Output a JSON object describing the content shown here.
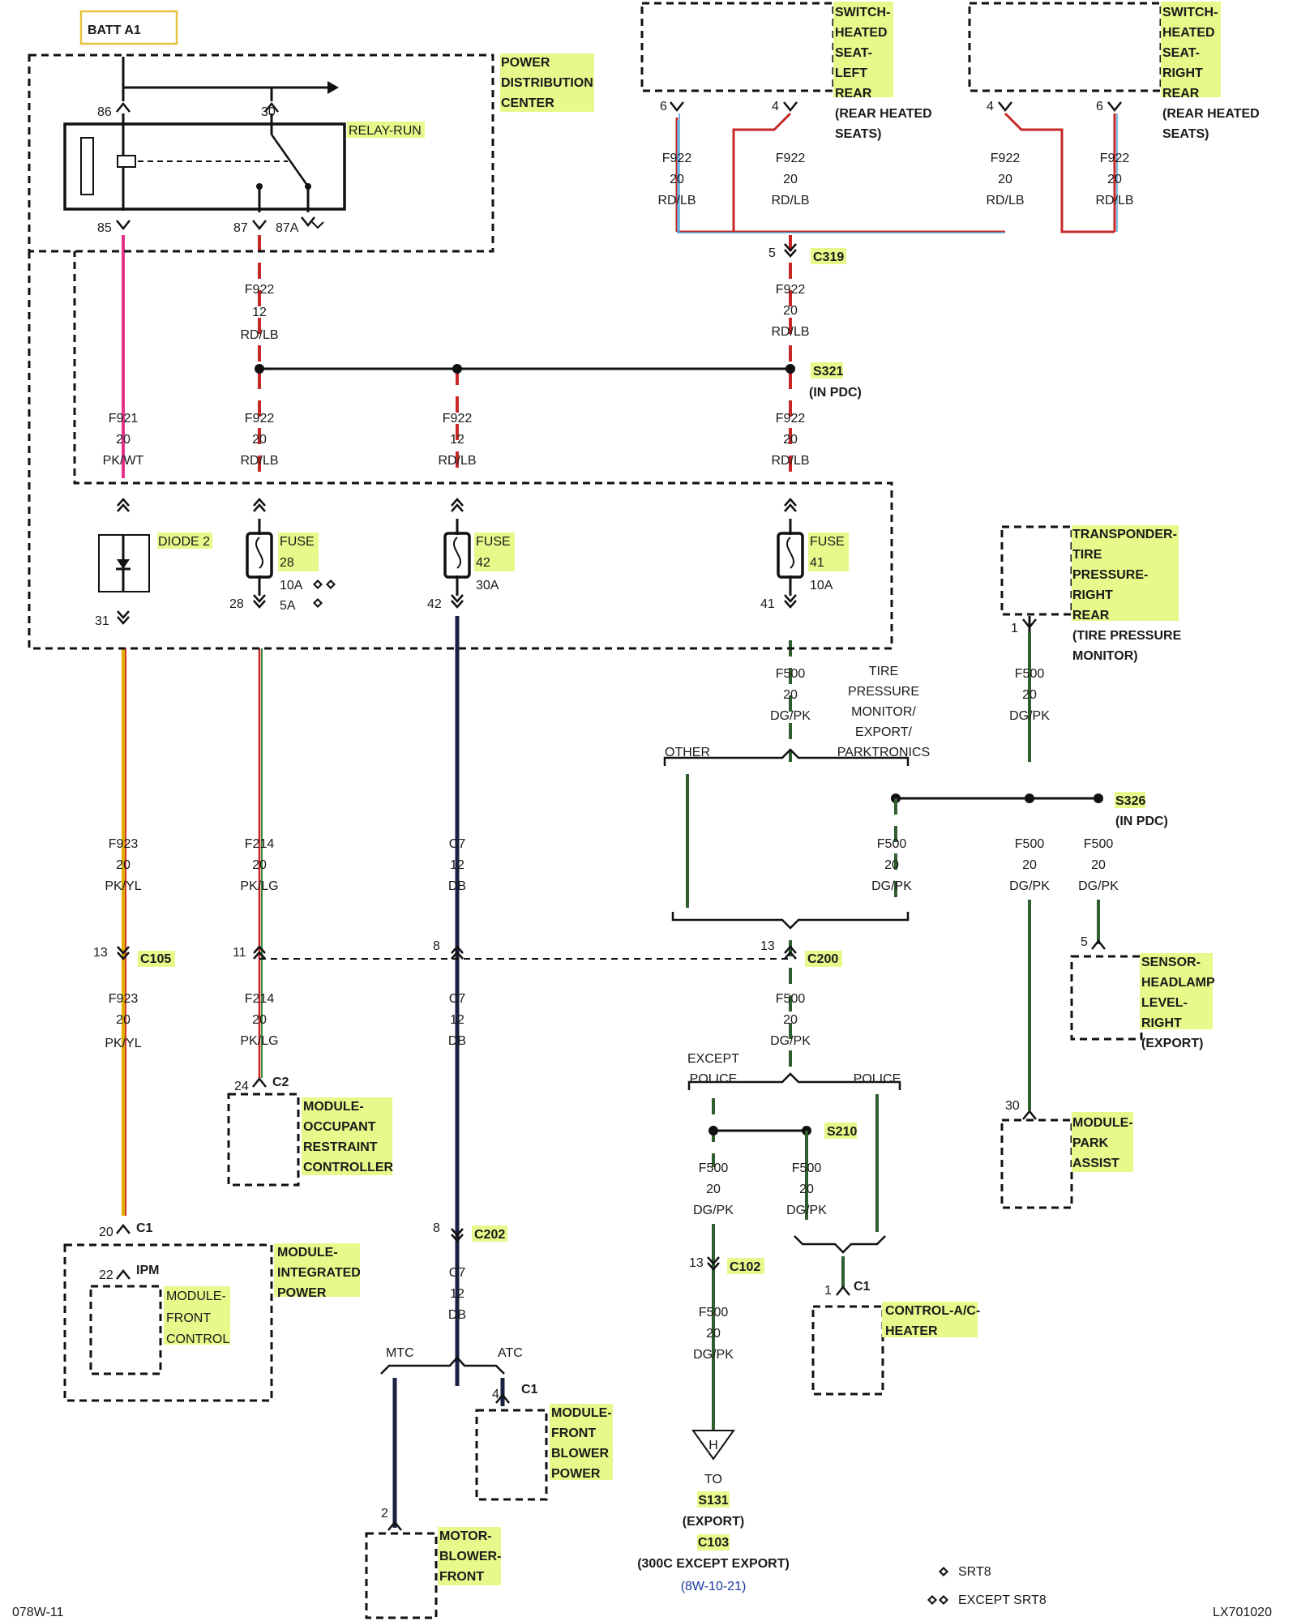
{
  "diagram_id": "078W-11",
  "diagram_ref": "LX701020",
  "legend": {
    "srt8": "SRT8",
    "except_srt8": "EXCEPT SRT8"
  },
  "batt": "BATT A1",
  "pdc": [
    "POWER",
    "DISTRIBUTION",
    "CENTER"
  ],
  "relay": {
    "name": "RELAY-RUN",
    "pins": {
      "p86": "86",
      "p30": "30",
      "p85": "85",
      "p87": "87",
      "p87a": "87A"
    }
  },
  "switch_left": {
    "label": [
      "SWITCH-",
      "HEATED",
      "SEAT-",
      "LEFT",
      "REAR"
    ],
    "sub": [
      "(REAR HEATED",
      "SEATS)"
    ],
    "pin_a": "6",
    "pin_b": "4"
  },
  "switch_right": {
    "label": [
      "SWITCH-",
      "HEATED",
      "SEAT-",
      "RIGHT",
      "REAR"
    ],
    "sub": [
      "(REAR HEATED",
      "SEATS)"
    ],
    "pin_a": "4",
    "pin_b": "6"
  },
  "wire_f922_20": [
    "F922",
    "20",
    "RD/LB"
  ],
  "wire_f922_12": [
    "F922",
    "12",
    "RD/LB"
  ],
  "wire_f921": [
    "F921",
    "20",
    "PK/WT"
  ],
  "wire_f923": [
    "F923",
    "20",
    "PK/YL"
  ],
  "wire_f214": [
    "F214",
    "20",
    "PK/LG"
  ],
  "wire_c7": [
    "C7",
    "12",
    "DB"
  ],
  "wire_f500": [
    "F500",
    "20",
    "DG/PK"
  ],
  "c319": {
    "pin": "5",
    "name": "C319"
  },
  "s321": {
    "name": "S321",
    "sub": "(IN PDC)"
  },
  "diode": {
    "name": "DIODE 2",
    "pin": "31"
  },
  "fuse28": {
    "name": [
      "FUSE",
      "28"
    ],
    "pin": "28",
    "rating_a": "10A",
    "rating_b": "5A"
  },
  "fuse42": {
    "name": [
      "FUSE",
      "42"
    ],
    "pin": "42",
    "rating": "30A"
  },
  "fuse41": {
    "name": [
      "FUSE",
      "41"
    ],
    "pin": "41",
    "rating": "10A"
  },
  "tpm_split": {
    "left": "OTHER",
    "right": [
      "TIRE",
      "PRESSURE",
      "MONITOR/",
      "EXPORT/",
      "PARKTRONICS"
    ]
  },
  "transponder": {
    "label": [
      "TRANSPONDER-",
      "TIRE",
      "PRESSURE-",
      "RIGHT",
      "REAR"
    ],
    "sub": [
      "(TIRE PRESSURE",
      "MONITOR)"
    ],
    "pin": "1"
  },
  "s326": {
    "name": "S326",
    "sub": "(IN PDC)"
  },
  "c105": {
    "pin": "13",
    "name": "C105"
  },
  "c200": {
    "pin": "13",
    "name": "C200"
  },
  "c200_pins": {
    "f214": "11",
    "c7": "8"
  },
  "sensor_headlamp": {
    "label": [
      "SENSOR-",
      "HEADLAMP",
      "LEVEL-",
      "RIGHT"
    ],
    "sub": "(EXPORT)",
    "pin": "5"
  },
  "occupant": {
    "label": [
      "MODULE-",
      "OCCUPANT",
      "RESTRAINT",
      "CONTROLLER"
    ],
    "pin": "24",
    "conn": "C2"
  },
  "police_split": {
    "left": [
      "EXCEPT",
      "POLICE"
    ],
    "right": "POLICE"
  },
  "s210": "S210",
  "park_assist": {
    "label": [
      "MODULE-",
      "PARK",
      "ASSIST"
    ],
    "pin": "30"
  },
  "ipm": {
    "label": [
      "MODULE-",
      "INTEGRATED",
      "POWER"
    ],
    "inner": [
      "MODULE-",
      "FRONT",
      "CONTROL"
    ],
    "pin": "20",
    "conn": "C1",
    "inner_pin": "22",
    "inner_name": "IPM"
  },
  "c202": {
    "pin": "8",
    "name": "C202"
  },
  "c102": {
    "pin": "13",
    "name": "C102"
  },
  "hvac": {
    "label": [
      "CONTROL-A/C-",
      "HEATER"
    ],
    "pin": "1",
    "conn": "C1"
  },
  "mtc_split": {
    "left": "MTC",
    "right": "ATC"
  },
  "blower_power": {
    "label": [
      "MODULE-",
      "FRONT",
      "BLOWER",
      "POWER"
    ],
    "pin": "4",
    "conn": "C1"
  },
  "motor": {
    "label": [
      "MOTOR-",
      "BLOWER-",
      "FRONT"
    ],
    "pin": "2"
  },
  "h_ref": {
    "letter": "H",
    "to": "TO",
    "s131": "S131",
    "export": "(EXPORT)",
    "c103": "C103",
    "c103_sub": "(300C EXCEPT EXPORT)",
    "page": "(8W-10-21)"
  }
}
